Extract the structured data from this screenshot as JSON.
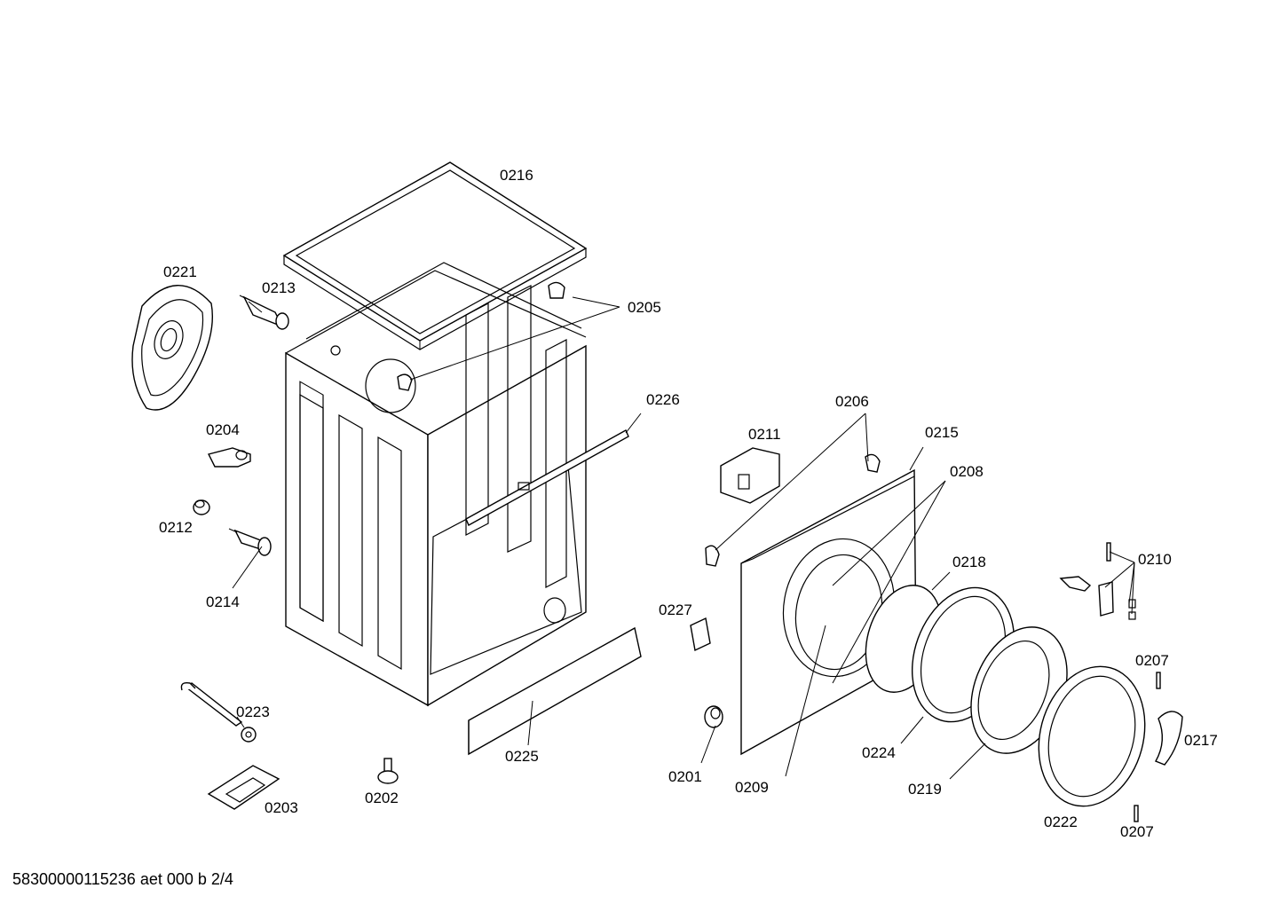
{
  "labels": {
    "l0216": "0216",
    "l0221": "0221",
    "l0213": "0213",
    "l0205": "0205",
    "l0226": "0226",
    "l0204": "0204",
    "l0212": "0212",
    "l0214": "0214",
    "l0206": "0206",
    "l0211": "0211",
    "l0215": "0215",
    "l0208": "0208",
    "l0218": "0218",
    "l0210": "0210",
    "l0227": "0227",
    "l0207a": "0207",
    "l0217": "0217",
    "l0223": "0223",
    "l0225": "0225",
    "l0201": "0201",
    "l0209": "0209",
    "l0224": "0224",
    "l0219": "0219",
    "l0203": "0203",
    "l0202": "0202",
    "l0222": "0222",
    "l0207b": "0207"
  },
  "footer": "58300000115236 aet 000 b 2/4"
}
